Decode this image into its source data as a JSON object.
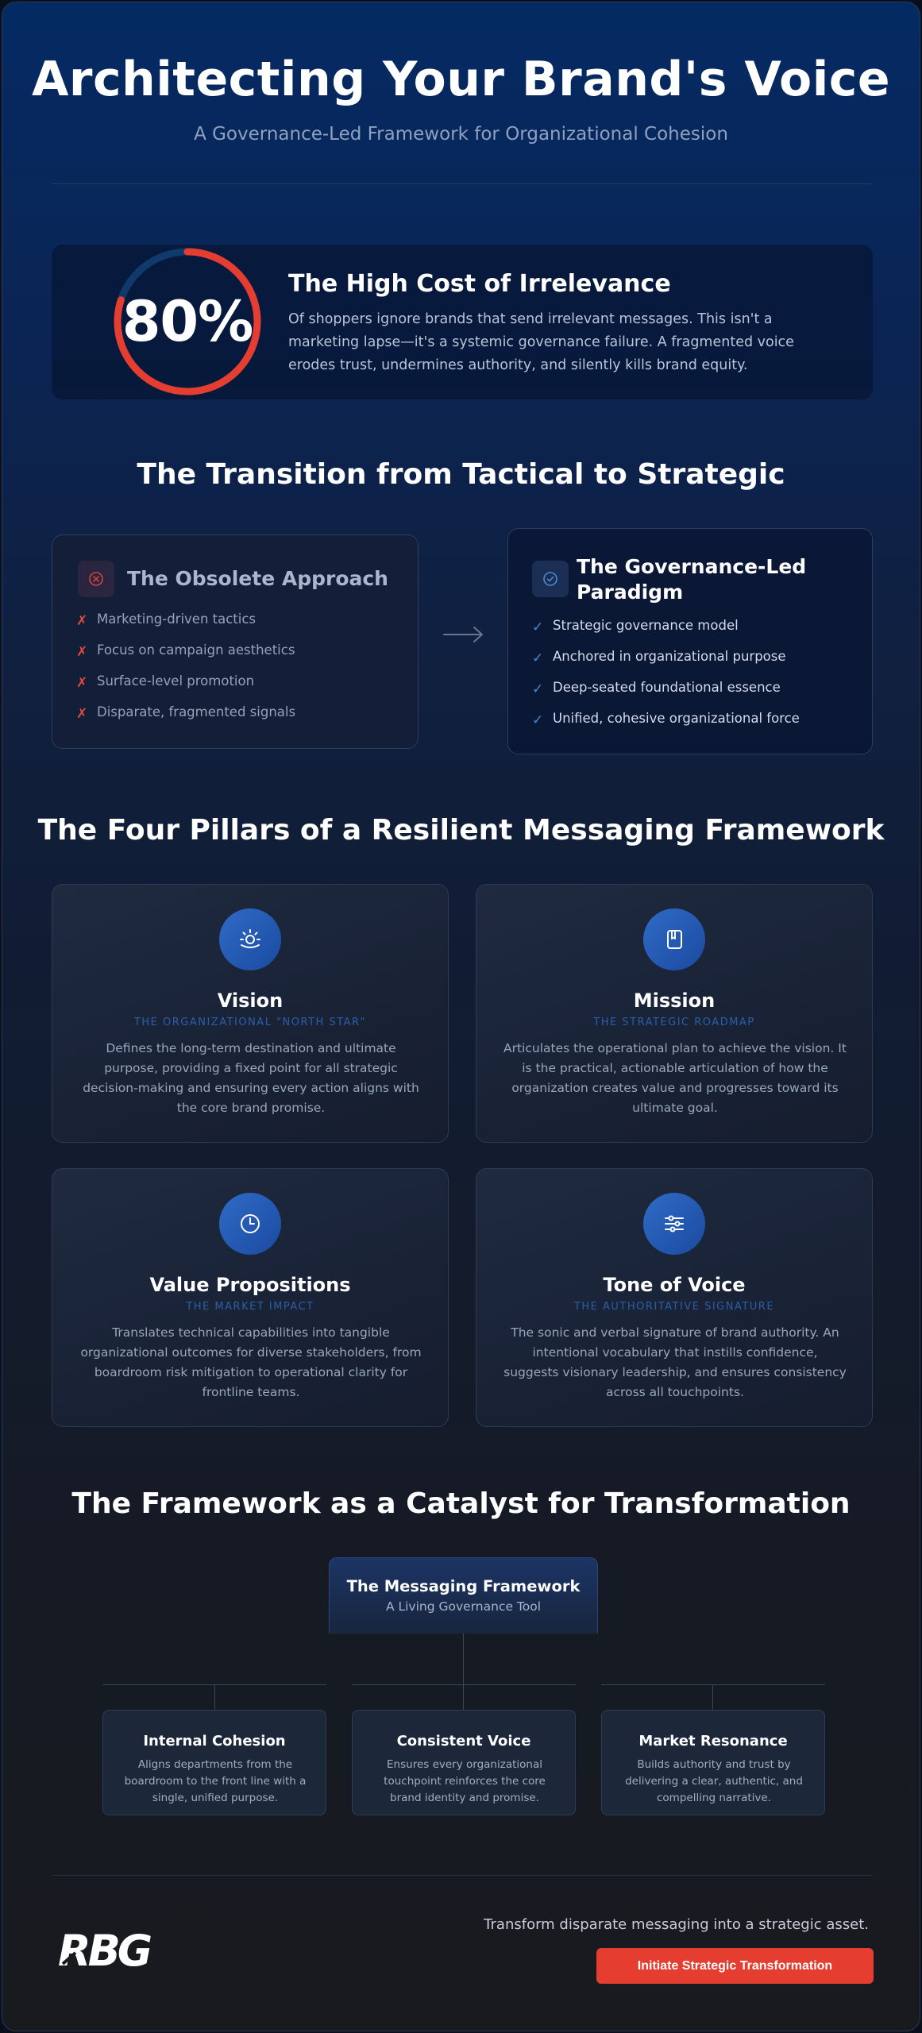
{
  "header": {
    "title": "Architecting Your Brand's Voice",
    "subtitle": "A Governance-Led Framework for Organizational Cohesion"
  },
  "stat": {
    "value": "80%",
    "percent": 80,
    "title": "The High Cost of Irrelevance",
    "body": "Of shoppers ignore brands that send irrelevant messages. This isn't a marketing lapse—it's a systemic governance failure. A fragmented voice erodes trust, undermines authority, and silently kills brand equity.",
    "ring_color": "#e53e31",
    "ring_track_color": "#103a6b"
  },
  "transition": {
    "title": "The Transition from Tactical to Strategic",
    "obsolete": {
      "title": "The Obsolete Approach",
      "icon": "x-circle-icon",
      "items": [
        "Marketing-driven tactics",
        "Focus on campaign aesthetics",
        "Surface-level promotion",
        "Disparate, fragmented signals"
      ]
    },
    "governance": {
      "title": "The Governance-Led Paradigm",
      "icon": "check-circle-icon",
      "items": [
        "Strategic governance model",
        "Anchored in organizational purpose",
        "Deep-seated foundational essence",
        "Unified, cohesive organizational force"
      ]
    }
  },
  "pillars": {
    "title": "The Four Pillars of a Resilient Messaging Framework",
    "items": [
      {
        "title": "Vision",
        "kicker": "THE ORGANIZATIONAL \"NORTH STAR\"",
        "body": "Defines the long-term destination and ultimate purpose, providing a fixed point for all strategic decision-making and ensuring every action aligns with the core brand promise.",
        "icon": "sunrise-icon"
      },
      {
        "title": "Mission",
        "kicker": "THE STRATEGIC ROADMAP",
        "body": "Articulates the operational plan to achieve the vision. It is the practical, actionable articulation of how the organization creates value and progresses toward its ultimate goal.",
        "icon": "book-icon"
      },
      {
        "title": "Value Propositions",
        "kicker": "THE MARKET IMPACT",
        "body": "Translates technical capabilities into tangible organizational outcomes for diverse stakeholders, from boardroom risk mitigation to operational clarity for frontline teams.",
        "icon": "clock-icon"
      },
      {
        "title": "Tone of Voice",
        "kicker": "THE AUTHORITATIVE SIGNATURE",
        "body": "The sonic and verbal signature of brand authority. An intentional vocabulary that instills confidence, suggests visionary leadership, and ensures consistency across all touchpoints.",
        "icon": "sliders-icon"
      }
    ]
  },
  "catalyst": {
    "title": "The Framework as a Catalyst for Transformation",
    "root": {
      "title": "The Messaging Framework",
      "subtitle": "A Living Governance Tool"
    },
    "children": [
      {
        "title": "Internal Cohesion",
        "body": "Aligns departments from the boardroom to the front line with a single, unified purpose."
      },
      {
        "title": "Consistent Voice",
        "body": "Ensures every organizational touchpoint reinforces the core brand identity and promise."
      },
      {
        "title": "Market Resonance",
        "body": "Builds authority and trust by delivering a clear, authentic, and compelling narrative."
      }
    ]
  },
  "footer": {
    "logo_text": "RBG",
    "tagline": "Transform disparate messaging into a strategic asset.",
    "cta_label": "Initiate Strategic Transformation",
    "cta_color": "#e53e31"
  }
}
